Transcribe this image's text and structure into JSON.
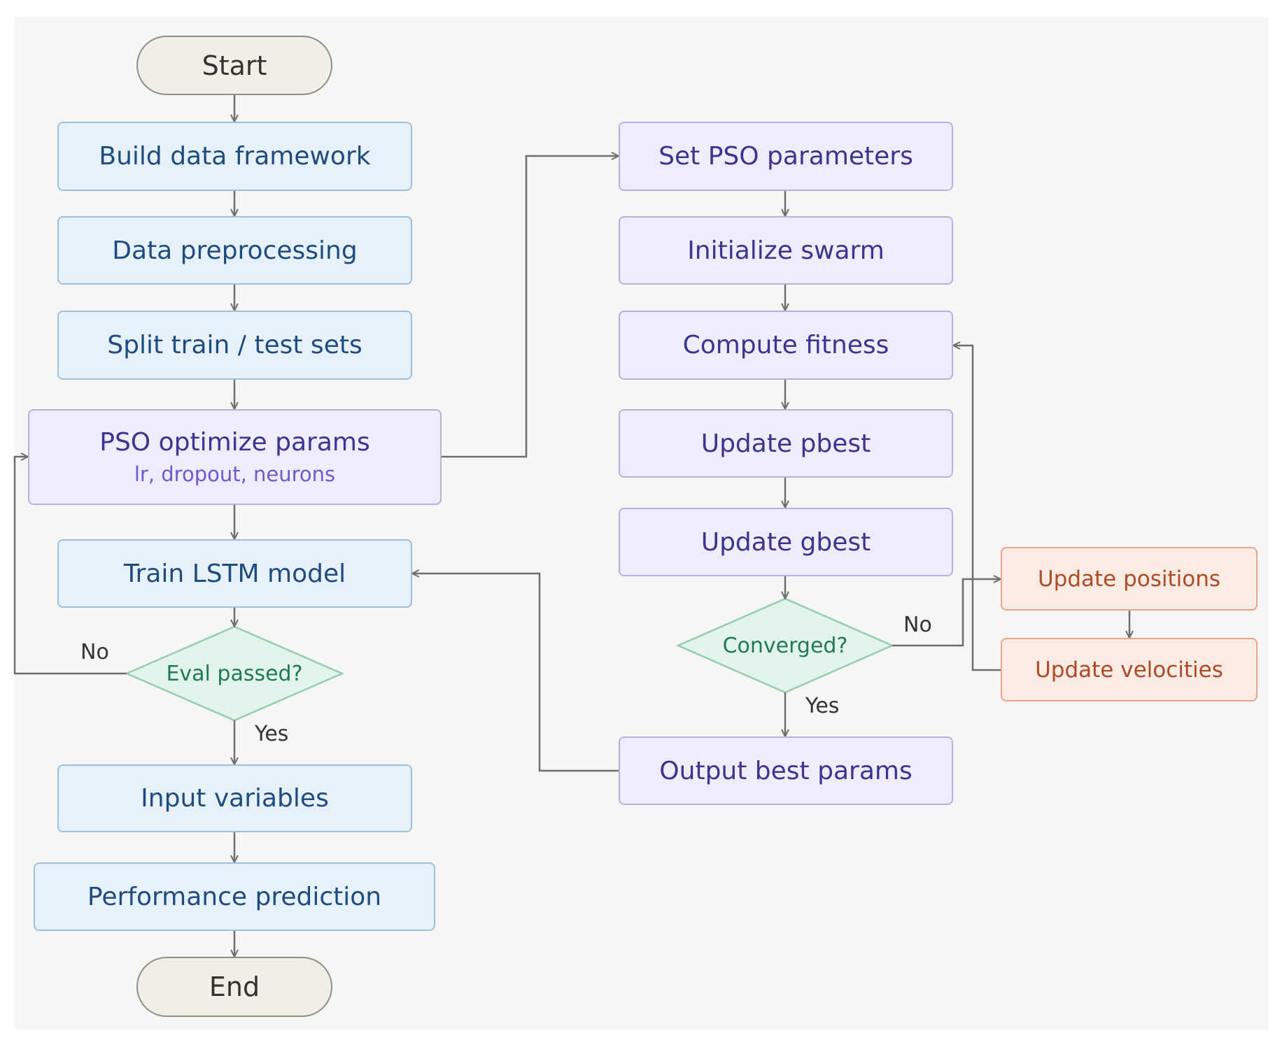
{
  "nodes": {
    "start": "Start",
    "build_data_framework": "Build data framework",
    "data_preprocessing": "Data preprocessing",
    "split_train_test": "Split train / test sets",
    "pso_optimize": {
      "title": "PSO optimize params",
      "subtitle": "lr, dropout, neurons"
    },
    "train_lstm": "Train LSTM model",
    "eval_passed": "Eval passed?",
    "input_variables": "Input variables",
    "performance_prediction": "Performance prediction",
    "end": "End",
    "set_pso_parameters": "Set PSO parameters",
    "initialize_swarm": "Initialize swarm",
    "compute_fitness": "Compute fitness",
    "update_pbest": "Update pbest",
    "update_gbest": "Update gbest",
    "converged": "Converged?",
    "output_best_params": "Output best params",
    "update_positions": "Update positions",
    "update_velocities": "Update velocities"
  },
  "edge_labels": {
    "eval_no": "No",
    "eval_yes": "Yes",
    "converged_no": "No",
    "converged_yes": "Yes"
  },
  "colors": {
    "terminal_fill": "#f1eee6",
    "process_fill": "#e7f1fb",
    "pso_fill": "#efedfd",
    "update_fill": "#fbebe5",
    "decision_fill": "#e2f4ec",
    "connector": "#6e6e6c"
  }
}
